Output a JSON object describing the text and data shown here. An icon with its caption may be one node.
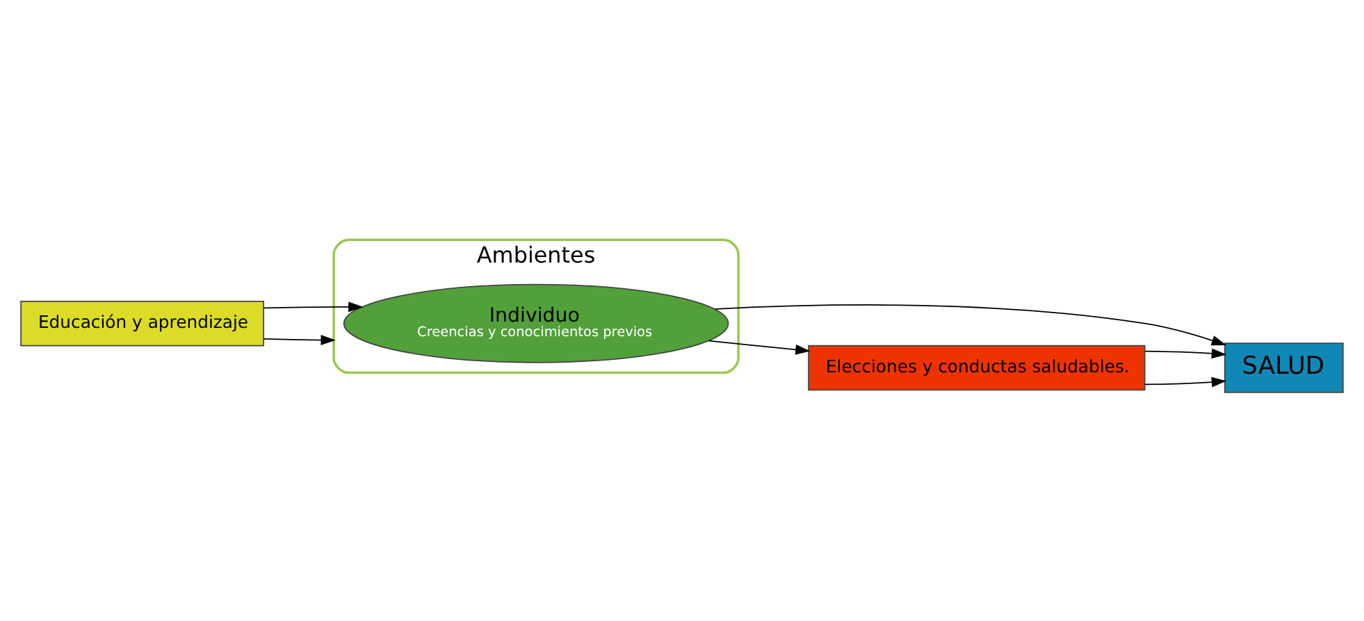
{
  "diagram": {
    "nodes": [
      {
        "text": [
          "Ambientes"
        ]
      },
      {
        "text": [
          "Individuo",
          "Creencias y conocimientos previos"
        ],
        "in": 0
      },
      {
        "text": [
          "Educación y aprendizaje"
        ]
      },
      {
        "text": [
          "SALUD"
        ]
      },
      {
        "text": [
          "Elecciones y conductas saludables."
        ]
      }
    ],
    "edges": [
      {
        "from": 2,
        "to": 0,
        "arrow": "to"
      },
      {
        "from": 2,
        "to": 1,
        "arrow": "to"
      },
      {
        "from": 1,
        "to": 3,
        "arrow": "to"
      },
      {
        "from": 1,
        "to": 4,
        "arrow": "to"
      },
      {
        "from": 4,
        "to": 3,
        "arrow": "to"
      },
      {
        "from": 4,
        "to": 3,
        "arrow": "to"
      }
    ]
  }
}
